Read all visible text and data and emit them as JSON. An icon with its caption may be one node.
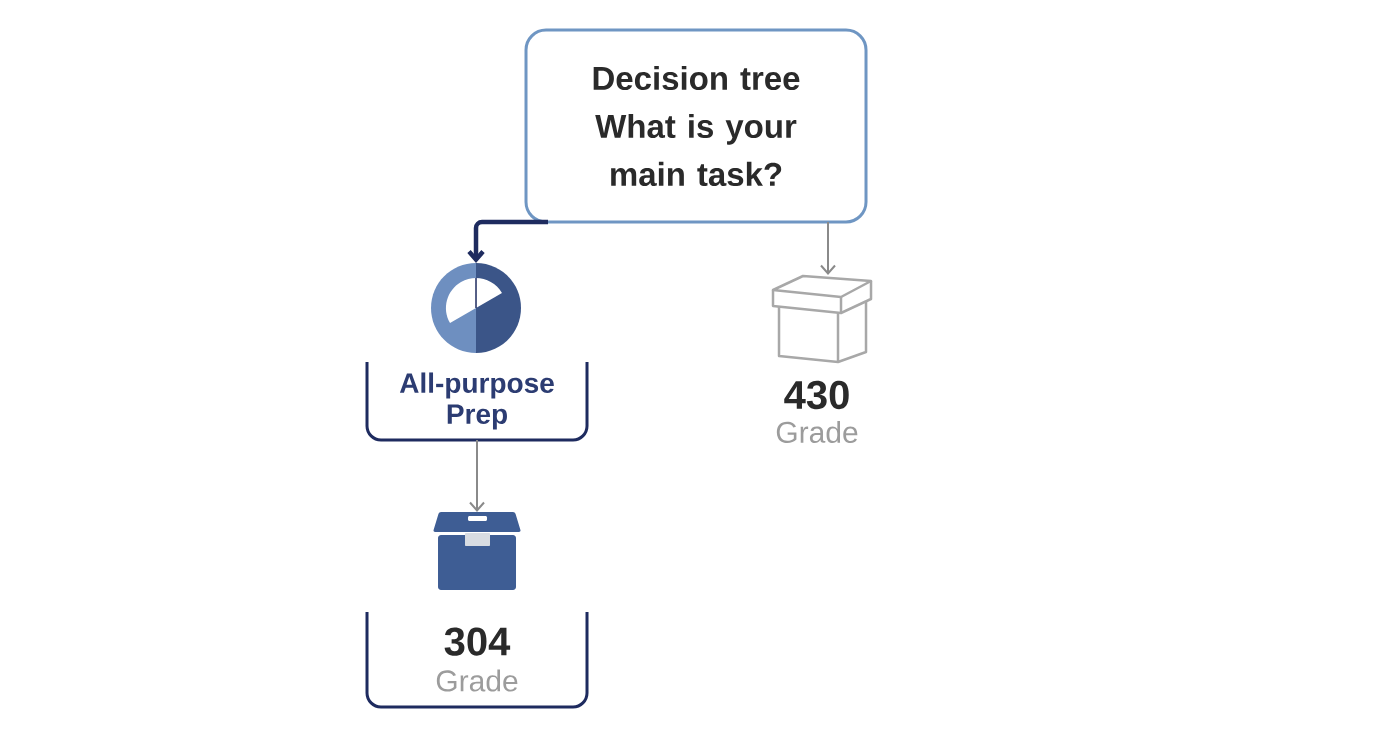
{
  "diagram": {
    "nodes": [
      {
        "text": [
          "Decision tree What is your main task?"
        ]
      },
      {
        "text": [],
        "shape": "picture"
      },
      {
        "text": [
          "All-purpose Prep"
        ]
      },
      {
        "text": [],
        "shape": "picture"
      },
      {
        "text": [
          "304",
          "Grade"
        ]
      },
      {
        "text": [],
        "shape": "picture",
        "beside": [
          "430",
          "Grade"
        ]
      }
    ],
    "edges": [
      {
        "from": 0,
        "to": 1,
        "arrow": "to",
        "style": "thick",
        "color": "#1e2b5f"
      },
      {
        "from": 0,
        "to": 5,
        "arrow": "to"
      },
      {
        "from": 2,
        "to": 3,
        "arrow": "to"
      }
    ]
  }
}
